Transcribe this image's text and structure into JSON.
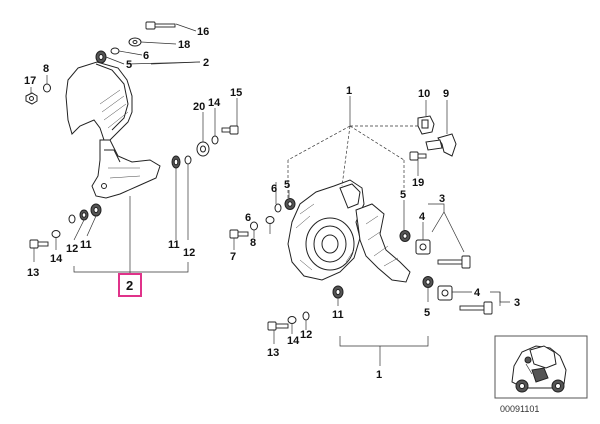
{
  "highlighted_part": "2",
  "catalog_code": "00091101",
  "callouts": [
    {
      "id": "c16",
      "label": "16"
    },
    {
      "id": "c18",
      "label": "18"
    },
    {
      "id": "c6a",
      "label": "6"
    },
    {
      "id": "c5a",
      "label": "5"
    },
    {
      "id": "c2a",
      "label": "2"
    },
    {
      "id": "c17",
      "label": "17"
    },
    {
      "id": "c8a",
      "label": "8"
    },
    {
      "id": "c20",
      "label": "20"
    },
    {
      "id": "c14a",
      "label": "14"
    },
    {
      "id": "c15",
      "label": "15"
    },
    {
      "id": "c12a",
      "label": "12"
    },
    {
      "id": "c11a",
      "label": "11"
    },
    {
      "id": "c14b",
      "label": "14"
    },
    {
      "id": "c13a",
      "label": "13"
    },
    {
      "id": "c11b",
      "label": "11"
    },
    {
      "id": "c12b",
      "label": "12"
    },
    {
      "id": "c1a",
      "label": "1"
    },
    {
      "id": "c10",
      "label": "10"
    },
    {
      "id": "c9",
      "label": "9"
    },
    {
      "id": "c6b",
      "label": "6"
    },
    {
      "id": "c5b",
      "label": "5"
    },
    {
      "id": "c19",
      "label": "19"
    },
    {
      "id": "c5c",
      "label": "5"
    },
    {
      "id": "c3a",
      "label": "3"
    },
    {
      "id": "c4a",
      "label": "4"
    },
    {
      "id": "c6c",
      "label": "6"
    },
    {
      "id": "c8b",
      "label": "8"
    },
    {
      "id": "c7",
      "label": "7"
    },
    {
      "id": "c4b",
      "label": "4"
    },
    {
      "id": "c3b",
      "label": "3"
    },
    {
      "id": "c5d",
      "label": "5"
    },
    {
      "id": "c11c",
      "label": "11"
    },
    {
      "id": "c12c",
      "label": "12"
    },
    {
      "id": "c14c",
      "label": "14"
    },
    {
      "id": "c13b",
      "label": "13"
    },
    {
      "id": "c1b",
      "label": "1"
    }
  ]
}
